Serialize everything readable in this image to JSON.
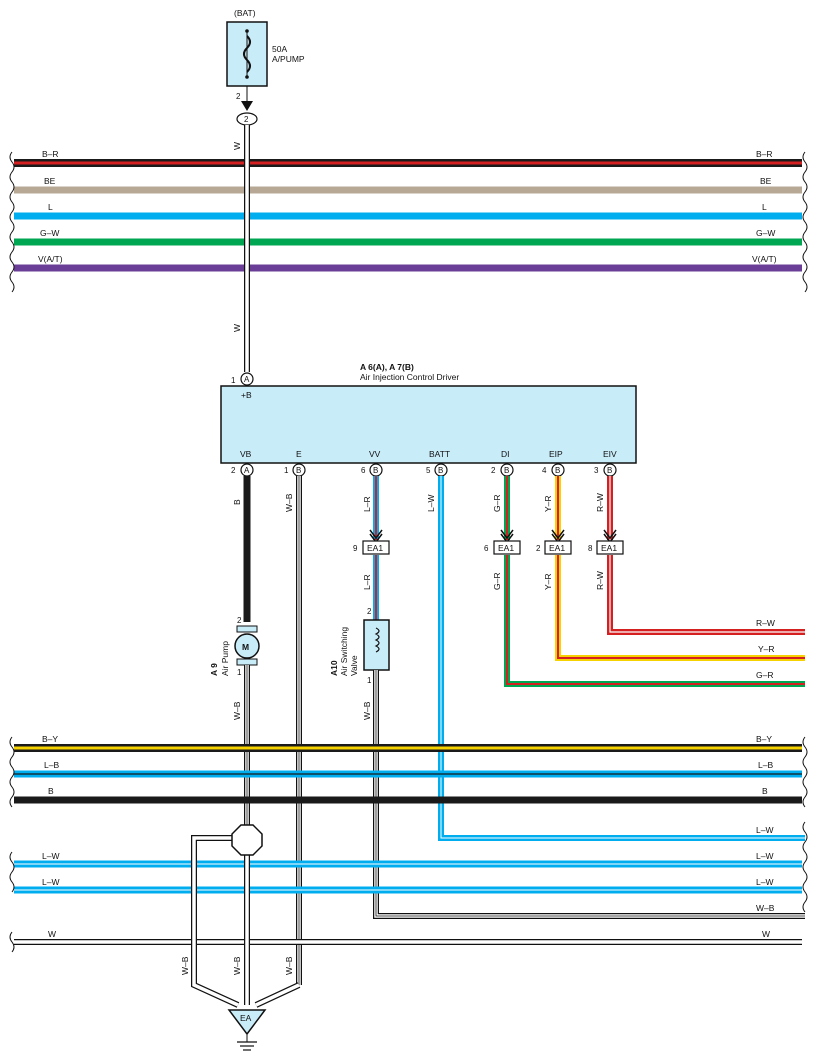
{
  "fuse": {
    "source": "(BAT)",
    "rating": "50A",
    "name": "A/PUMP",
    "pin": "2",
    "junction": "2"
  },
  "ecu": {
    "id": "A 6(A), A 7(B)",
    "name": "Air Injection Control Driver",
    "pin_top": "+B",
    "pin_top_num": "1",
    "pin_top_conn": "A",
    "pins": [
      {
        "name": "VB",
        "num": "2",
        "conn": "A"
      },
      {
        "name": "E",
        "num": "1",
        "conn": "B"
      },
      {
        "name": "VV",
        "num": "6",
        "conn": "B"
      },
      {
        "name": "BATT",
        "num": "5",
        "conn": "B"
      },
      {
        "name": "DI",
        "num": "2",
        "conn": "B"
      },
      {
        "name": "EIP",
        "num": "4",
        "conn": "B"
      },
      {
        "name": "EIV",
        "num": "3",
        "conn": "B"
      }
    ]
  },
  "wire_labels": {
    "fuse_w": "W",
    "fuse_w2": "W",
    "vb": "B",
    "e": "W–B",
    "vv": "L–R",
    "vv2": "L–R",
    "batt": "L–W",
    "di": "G–R",
    "di2": "G–R",
    "eip": "Y–R",
    "eip2": "Y–R",
    "eiv": "R–W",
    "eiv2": "R–W",
    "pump_out": "W–B",
    "valve_out": "W–B",
    "gnd1": "W–B",
    "gnd2": "W–B",
    "gnd3": "W–B"
  },
  "connectors": [
    {
      "label": "EA1",
      "pin": "9"
    },
    {
      "label": "EA1",
      "pin": "6"
    },
    {
      "label": "EA1",
      "pin": "2"
    },
    {
      "label": "EA1",
      "pin": "8"
    }
  ],
  "pump": {
    "id": "A 9",
    "name": "Air Pump",
    "symbol": "M",
    "pin_in": "2",
    "pin_out": "1"
  },
  "valve": {
    "id": "A10",
    "name1": "Air Switching",
    "name2": "Valve",
    "pin_in": "2",
    "pin_out": "1"
  },
  "ground": {
    "label": "EA"
  },
  "top_buses": [
    {
      "label": "B–R",
      "color": "#d42020",
      "stripe": "#1a1a1a"
    },
    {
      "label": "BE",
      "color": "#b7a896",
      "stripe": ""
    },
    {
      "label": "L",
      "color": "#00aeef",
      "stripe": ""
    },
    {
      "label": "G–W",
      "color": "#00a651",
      "stripe": ""
    },
    {
      "label": "V(A/T)",
      "color": "#6a3d96",
      "stripe": ""
    }
  ],
  "right_outputs": [
    {
      "label": "R–W"
    },
    {
      "label": "Y–R"
    },
    {
      "label": "G–R"
    }
  ],
  "bottom_buses": [
    {
      "label": "B–Y",
      "color": "#1a1a1a",
      "stripe": "#f5d200"
    },
    {
      "label": "L–B",
      "color": "#00aeef",
      "stripe": "#1a1a1a"
    },
    {
      "label": "B",
      "color": "#1a1a1a",
      "stripe": ""
    },
    {
      "label": "L–W",
      "color": "#00aeef",
      "stripe": "#ffffff"
    },
    {
      "label": "L–W",
      "color": "#00aeef",
      "stripe": "#ffffff"
    },
    {
      "label": "L–W",
      "color": "#00aeef",
      "stripe": "#ffffff"
    },
    {
      "label": "W–B",
      "color": "#ffffff",
      "stripe": "#1a1a1a"
    },
    {
      "label": "W",
      "color": "#ffffff",
      "stripe": ""
    }
  ]
}
